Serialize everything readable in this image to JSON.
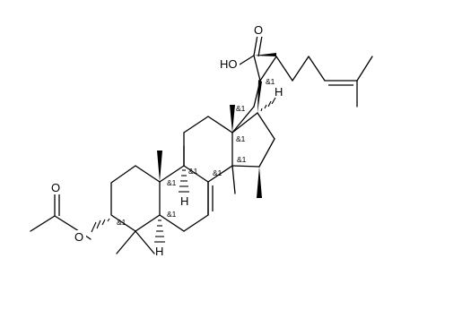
{
  "atom_labels": {
    "acid_o": "O",
    "acid_oh": "HO",
    "ester_o_carbonyl": "O",
    "ester_o": "O",
    "h_c17": "H",
    "h_c9": "H",
    "h_c5": "H"
  },
  "stereo_labels": {
    "c20": "&1",
    "c17": "&1",
    "c13": "&1",
    "c14": "&1",
    "c10": "&1",
    "c9": "&1",
    "c3": "&1",
    "c5": "&1",
    "c8": "&1"
  }
}
